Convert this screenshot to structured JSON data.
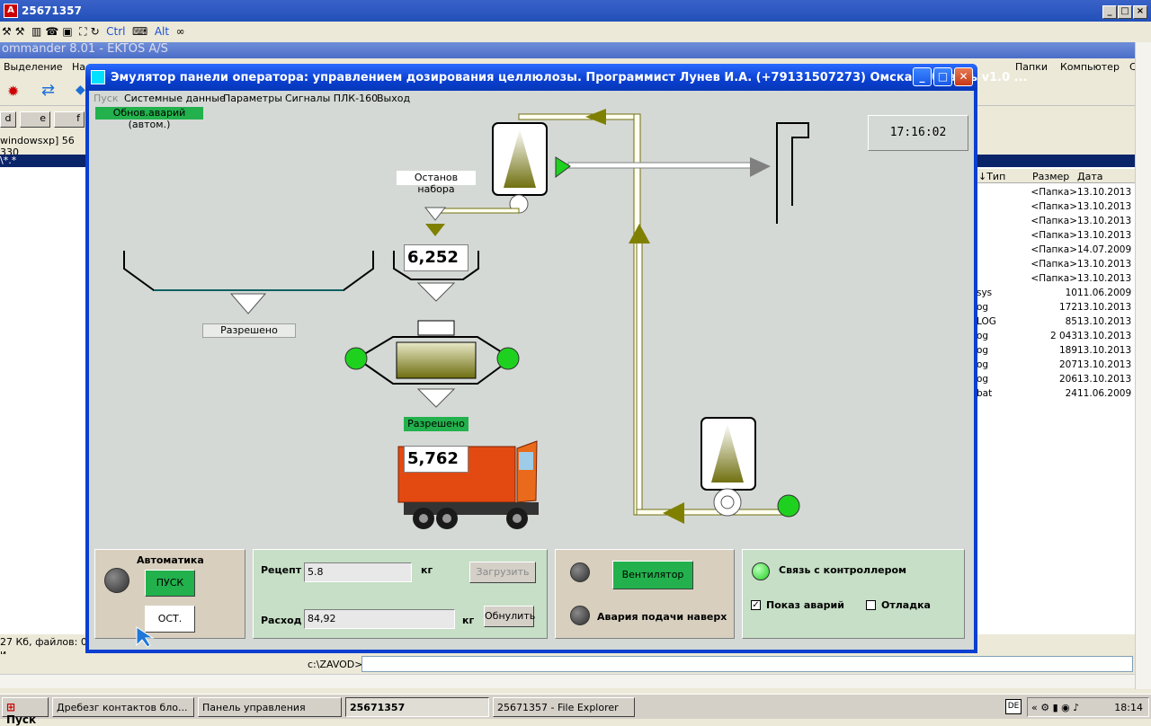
{
  "remote": {
    "title": "25671357",
    "toolbar": [
      "Ctrl",
      "Alt"
    ]
  },
  "commander": {
    "title": "ommander 8.01 - EKTOS A/S",
    "menu_left": [
      "Выделение",
      "На"
    ],
    "menu_right": [
      "Папки",
      "Компьютер",
      "С"
    ],
    "drives": [
      "d",
      "e",
      "f"
    ],
    "left_path": "windowsxp]  56 330",
    "selected": "\\*.*",
    "columns": [
      "↓Тип",
      "Размер",
      "Дата"
    ],
    "rows": [
      {
        "name": "",
        "size": "<Папка>",
        "date": "13.10.2013"
      },
      {
        "name": "",
        "size": "<Папка>",
        "date": "13.10.2013"
      },
      {
        "name": "",
        "size": "<Папка>",
        "date": "13.10.2013"
      },
      {
        "name": "",
        "size": "<Папка>",
        "date": "13.10.2013"
      },
      {
        "name": "",
        "size": "<Папка>",
        "date": "14.07.2009"
      },
      {
        "name": "",
        "size": "<Папка>",
        "date": "13.10.2013"
      },
      {
        "name": "",
        "size": "<Папка>",
        "date": "13.10.2013"
      },
      {
        "name": "sys",
        "size": "10",
        "date": "11.06.2009"
      },
      {
        "name": "og",
        "size": "172",
        "date": "13.10.2013"
      },
      {
        "name": "LOG",
        "size": "85",
        "date": "13.10.2013"
      },
      {
        "name": "og",
        "size": "2 043",
        "date": "13.10.2013"
      },
      {
        "name": "og",
        "size": "189",
        "date": "13.10.2013"
      },
      {
        "name": "og",
        "size": "207",
        "date": "13.10.2013"
      },
      {
        "name": "og",
        "size": "206",
        "date": "13.10.2013"
      },
      {
        "name": "bat",
        "size": "24",
        "date": "11.06.2009"
      }
    ],
    "status": "27 Кб, файлов: 0 и",
    "cmd_prompt": "c:\\ZAVOD>"
  },
  "emulator": {
    "title": "Эмулятор панели оператора: управлением дозирования целлюлозы. Программист  Лунев И.А.  (+79131507273)  Омская область  v1.0  ...",
    "menu": [
      "Пуск",
      "Системные данные",
      "Параметры",
      "Сигналы ПЛК-160",
      "Выход"
    ],
    "alarm_refresh": "Обнов.аварий (автом.)",
    "clock": "17:16:02",
    "stop_label": "Останов набора",
    "hopper_weight": "6,252",
    "left_permit": "Разрешено",
    "mixer_permit": "Разрешено",
    "truck_weight": "5,762",
    "auto_panel": {
      "title": "Автоматика",
      "start": "ПУСК",
      "stop": "ОСТ."
    },
    "recipe_panel": {
      "recipe_label": "Рецепт",
      "recipe_value": "5.8",
      "recipe_unit": "кг",
      "load_button": "Загрузить",
      "flow_label": "Расход",
      "flow_value": "84,92",
      "flow_unit": "кг",
      "reset_button": "Обнулить"
    },
    "fan_panel": {
      "fan_button": "Вентилятор",
      "alarm_label": "Авария подачи наверх"
    },
    "link_panel": {
      "link_label": "Связь с контроллером",
      "show_alarms": "Показ аварий",
      "show_alarms_checked": true,
      "debug": "Отладка",
      "debug_checked": false
    }
  },
  "taskbar": {
    "start": "Пуск",
    "items": [
      "Дребезг контактов бло...",
      "Панель управления",
      "25671357",
      "25671357 - File Explorer"
    ],
    "lang": "DE",
    "time": "18:14"
  },
  "colors": {
    "pipe": "#808000",
    "led_on": "#1fd11f",
    "green_button": "#22b14c"
  }
}
